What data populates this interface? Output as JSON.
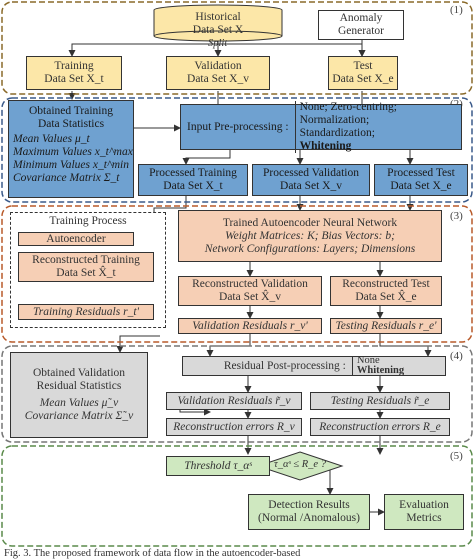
{
  "section_numbers": [
    "(1)",
    "(2)",
    "(3)",
    "(4)",
    "(5)"
  ],
  "historical": [
    "Historical",
    "Data Set X"
  ],
  "split_label": "Split",
  "anomaly_generator": [
    "Anomaly",
    "Generator"
  ],
  "training_set": [
    "Training",
    "Data Set X_t"
  ],
  "validation_set": [
    "Validation",
    "Data Set X_v"
  ],
  "test_set": [
    "Test",
    "Data Set X_e"
  ],
  "stats_title": [
    "Obtained Training",
    "Data Statistics"
  ],
  "stats_items": [
    "Mean Values μ_t",
    "Maximum Values x_t^max",
    "Minimum Values x_t^min",
    "Covariance Matrix Σ_t"
  ],
  "input_preprocessing": "Input Pre-processing :",
  "preprocessing_options": [
    "None; Zero-centring;",
    "Normalization;",
    "Standardization;",
    "Whitening"
  ],
  "processed_training": [
    "Processed Training",
    "Data Set X_t"
  ],
  "processed_validation": [
    "Processed Validation",
    "Data Set X_v"
  ],
  "processed_test": [
    "Processed Test",
    "Data Set X_e"
  ],
  "training_process": "Training Process",
  "autoencoder": "Autoencoder",
  "reconstructed_training": [
    "Reconstructed Training",
    "Data Set X̂_t"
  ],
  "training_residuals": "Training Residuals r_t'",
  "trained_ae": {
    "title": "Trained Autoencoder Neural Network",
    "line1": "Weight Matrices: K; Bias Vectors: b;",
    "line2": "Network Configurations: Layers; Dimensions"
  },
  "reconstructed_validation": [
    "Reconstructed Validation",
    "Data Set X̂_v"
  ],
  "reconstructed_test": [
    "Reconstructed Test",
    "Data Set X̂_e"
  ],
  "validation_residuals": "Validation Residuals r_v'",
  "testing_residuals": "Testing Residuals r_e'",
  "val_stats_title": [
    "Obtained Validation",
    "Residual Statistics"
  ],
  "val_stats_items": [
    "Mean Values μ̃_v",
    "Covariance Matrix Σ̃_v"
  ],
  "residual_postprocessing": "Residual Post-processing :",
  "postprocessing_options": [
    "None",
    "Whitening"
  ],
  "validation_residuals_post": "Validation Residuals r̃_v",
  "testing_residuals_post": "Testing Residuals r̃_e",
  "reconstruction_errors_v": "Reconstruction errors R_v",
  "reconstruction_errors_e": "Reconstruction errors R_e",
  "threshold": "Threshold τ_αˢ",
  "decision": "τ_αˢ ≤ R_e ?",
  "detection_results": [
    "Detection Results",
    "(Normal /Anomalous)"
  ],
  "evaluation_metrics": [
    "Evaluation",
    "Metrics"
  ],
  "caption": "Fig. 3.   The proposed framework of data flow in the autoencoder-based"
}
